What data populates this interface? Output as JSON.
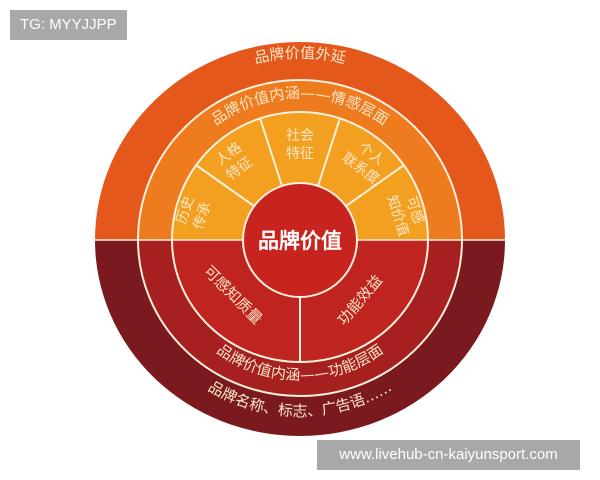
{
  "watermark_top": "TG: MYYJJPP",
  "watermark_bottom": "www.livehub-cn-kaiyunsport.com",
  "diagram": {
    "title": "品牌价值",
    "center_label": "品牌价值",
    "upper_half": {
      "outer_ring_label": "品牌价值外延",
      "middle_ring_label": "品牌价值内涵——情感层面",
      "sectors": [
        {
          "line1": "历史",
          "line2": "传承"
        },
        {
          "line1": "人格",
          "line2": "特征"
        },
        {
          "line1": "社会",
          "line2": "特征"
        },
        {
          "line1": "个人",
          "line2": "联系度"
        },
        {
          "line1": "可感",
          "line2": "知价值"
        }
      ]
    },
    "lower_half": {
      "sectors": [
        {
          "label": "可感知质量"
        },
        {
          "label": "功能效益"
        }
      ],
      "middle_ring_label": "品牌价值内涵——功能层面",
      "outer_ring_label": "品牌名称、标志、广告语……"
    },
    "colors": {
      "upper_outer": "#e4581c",
      "upper_middle": "#ee7b1d",
      "upper_inner": "#f3a021",
      "lower_outer": "#7a1a1e",
      "lower_middle": "#a5201f",
      "lower_inner": "#c02420",
      "center": "#c8241f",
      "divider": "#fdf0dc"
    }
  }
}
